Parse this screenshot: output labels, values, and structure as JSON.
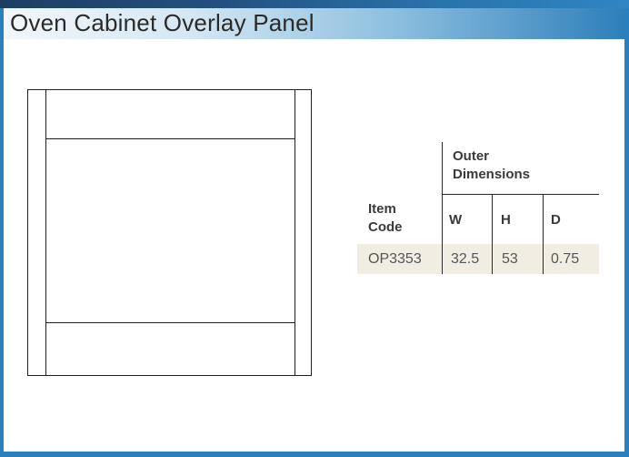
{
  "page": {
    "title": "Oven Cabinet Overlay Panel"
  },
  "spec_table": {
    "group_header": "Outer Dimensions",
    "columns": {
      "item_code": "Item Code",
      "w": "W",
      "h": "H",
      "d": "D"
    },
    "rows": [
      {
        "item_code": "OP3353",
        "w": "32.5",
        "h": "53",
        "d": "0.75"
      }
    ]
  },
  "colors": {
    "page_border_blue": "#2a7fbe",
    "top_bar_gradient_start": "#1d3e62",
    "top_bar_gradient_end": "#2f85c3",
    "title_band_gradient_start": "#f2f7fb",
    "title_band_gradient_end": "#2e7fba",
    "data_row_background": "#f1ede2",
    "title_text": "#2b2a29",
    "table_header_text": "#3b3a39",
    "table_data_text": "#55565a",
    "drawing_line": "#231f20"
  }
}
